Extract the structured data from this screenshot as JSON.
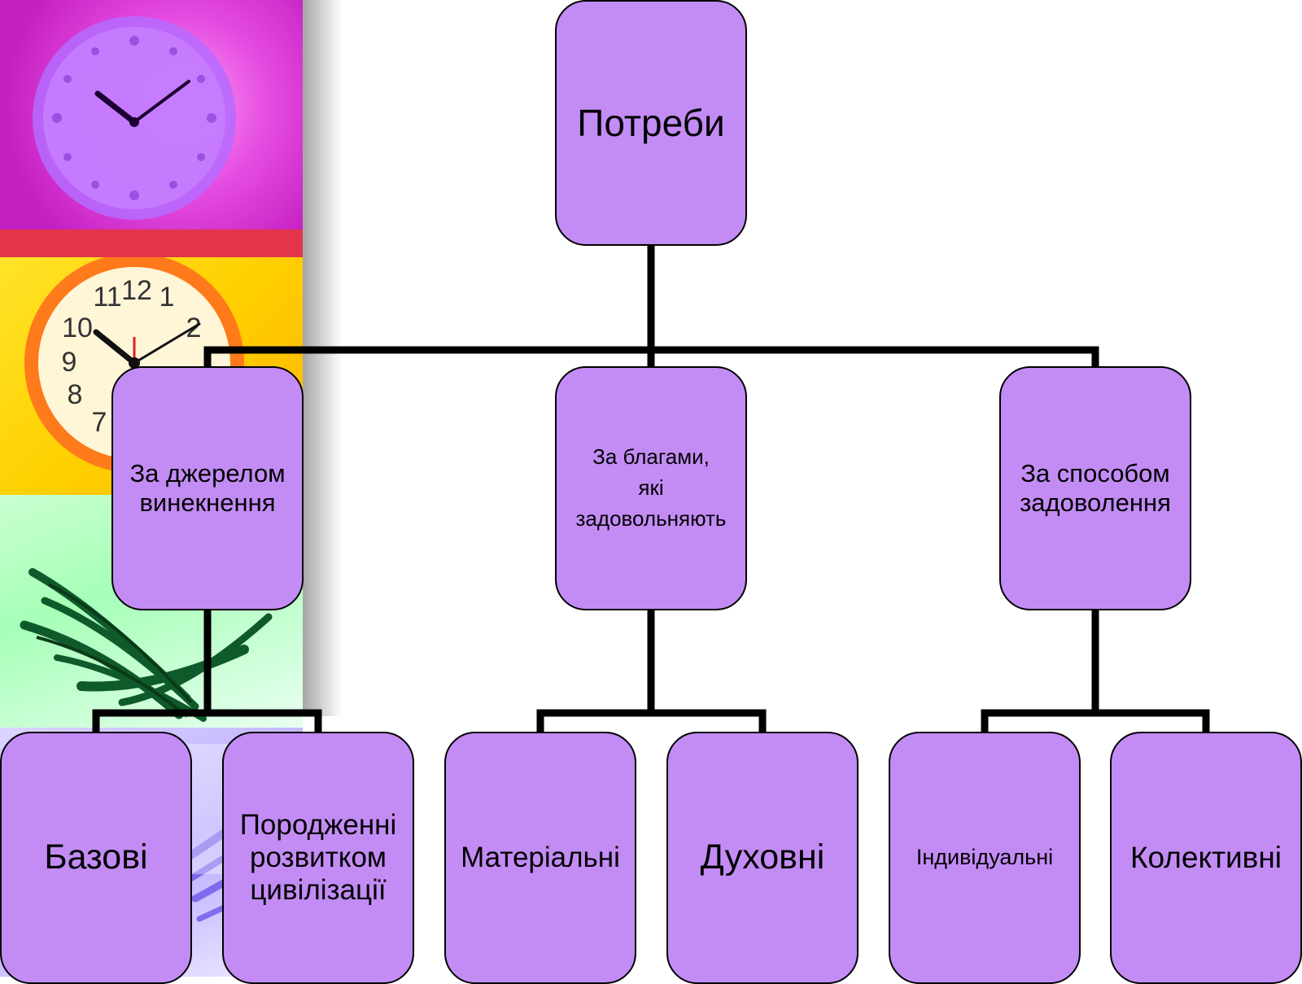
{
  "diagram": {
    "root": {
      "label": "Потреби"
    },
    "categories": [
      {
        "label": "За джерелом\nвинекнення",
        "children": [
          {
            "label": "Базові"
          },
          {
            "label": "Породженні\nрозвитком\nцивілізації"
          }
        ]
      },
      {
        "label": "За благами,\nякі\nзадовольняють",
        "children": [
          {
            "label": "Матеріальні"
          },
          {
            "label": "Духовні"
          }
        ]
      },
      {
        "label": "За способом\nзадоволення",
        "children": [
          {
            "label": "Індивідуальні"
          },
          {
            "label": "Колективні"
          }
        ]
      }
    ]
  },
  "colors": {
    "node_fill": "#c38cf5",
    "node_border": "#000000",
    "connector": "#000000",
    "background": "#ffffff"
  },
  "decorations": {
    "left_strip": [
      "clock-photo-magenta",
      "clock-photo-yellow",
      "books-photo-green",
      "pages-photo-lavender"
    ]
  }
}
